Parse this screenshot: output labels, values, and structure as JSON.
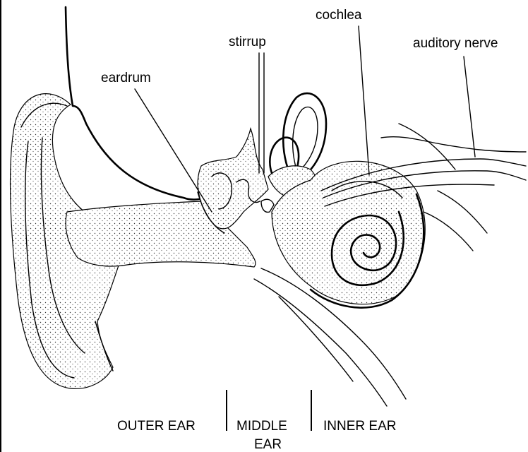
{
  "labels": {
    "cochlea": "cochlea",
    "stirrup": "stirrup",
    "auditory_nerve": "auditory nerve",
    "eardrum": "eardrum"
  },
  "sections": {
    "outer": "OUTER EAR",
    "middle_line1": "MIDDLE",
    "middle_line2": "EAR",
    "inner": "INNER EAR"
  }
}
